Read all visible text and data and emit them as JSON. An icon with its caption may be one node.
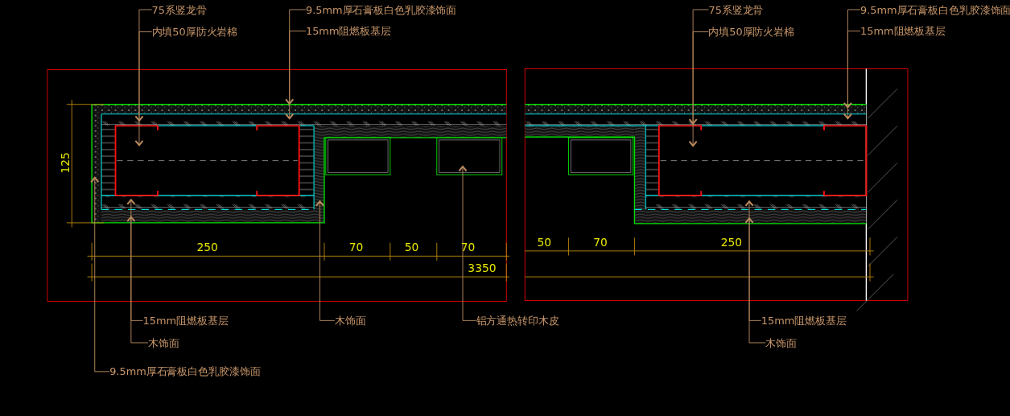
{
  "diagram": {
    "nodes": [
      {
        "text": [
          "75系竖龙骨"
        ]
      },
      {
        "text": [
          "内填50厚防火岩棉"
        ]
      },
      {
        "text": [
          "9.5mm厚石膏板白色乳胶漆饰面"
        ]
      },
      {
        "text": [
          "15mm阻燃板基层"
        ]
      },
      {
        "text": [
          "75系竖龙骨"
        ]
      },
      {
        "text": [
          "内填50厚防火岩棉"
        ]
      },
      {
        "text": [
          "9.5mm厚石膏板白色乳胶漆饰面"
        ]
      },
      {
        "text": [
          "15mm阻燃板基层"
        ]
      },
      {
        "text": [
          "15mm阻燃板基层"
        ]
      },
      {
        "text": [
          "木饰面"
        ]
      },
      {
        "text": [
          "9.5mm厚石膏板白色乳胶漆饰面"
        ]
      },
      {
        "text": [
          "木饰面"
        ]
      },
      {
        "text": [
          "铝方通热转印木皮"
        ]
      },
      {
        "text": [
          "15mm阻燃板基层"
        ]
      },
      {
        "text": [
          "木饰面"
        ]
      }
    ],
    "edges": [
      {
        "from": 0,
        "to": null,
        "arrow": "to"
      },
      {
        "from": 1,
        "to": null,
        "arrow": "to"
      },
      {
        "from": 2,
        "to": null,
        "arrow": "to"
      },
      {
        "from": 3,
        "to": null,
        "arrow": "to"
      },
      {
        "from": 4,
        "to": null,
        "arrow": "to"
      },
      {
        "from": 5,
        "to": null,
        "arrow": "to"
      },
      {
        "from": 6,
        "to": null,
        "arrow": "to"
      },
      {
        "from": 7,
        "to": null,
        "arrow": "to"
      },
      {
        "from": 8,
        "to": null,
        "arrow": "to"
      },
      {
        "from": 9,
        "to": null,
        "arrow": "to"
      },
      {
        "from": 10,
        "to": null,
        "arrow": "to"
      },
      {
        "from": 11,
        "to": null,
        "arrow": "to"
      },
      {
        "from": 12,
        "to": null,
        "arrow": "to"
      },
      {
        "from": 13,
        "to": null,
        "arrow": "to"
      },
      {
        "from": 14,
        "to": null,
        "arrow": "to"
      }
    ],
    "labels": [
      "125",
      "250",
      "70",
      "50",
      "70",
      "50",
      "70",
      "250",
      "3350"
    ]
  }
}
